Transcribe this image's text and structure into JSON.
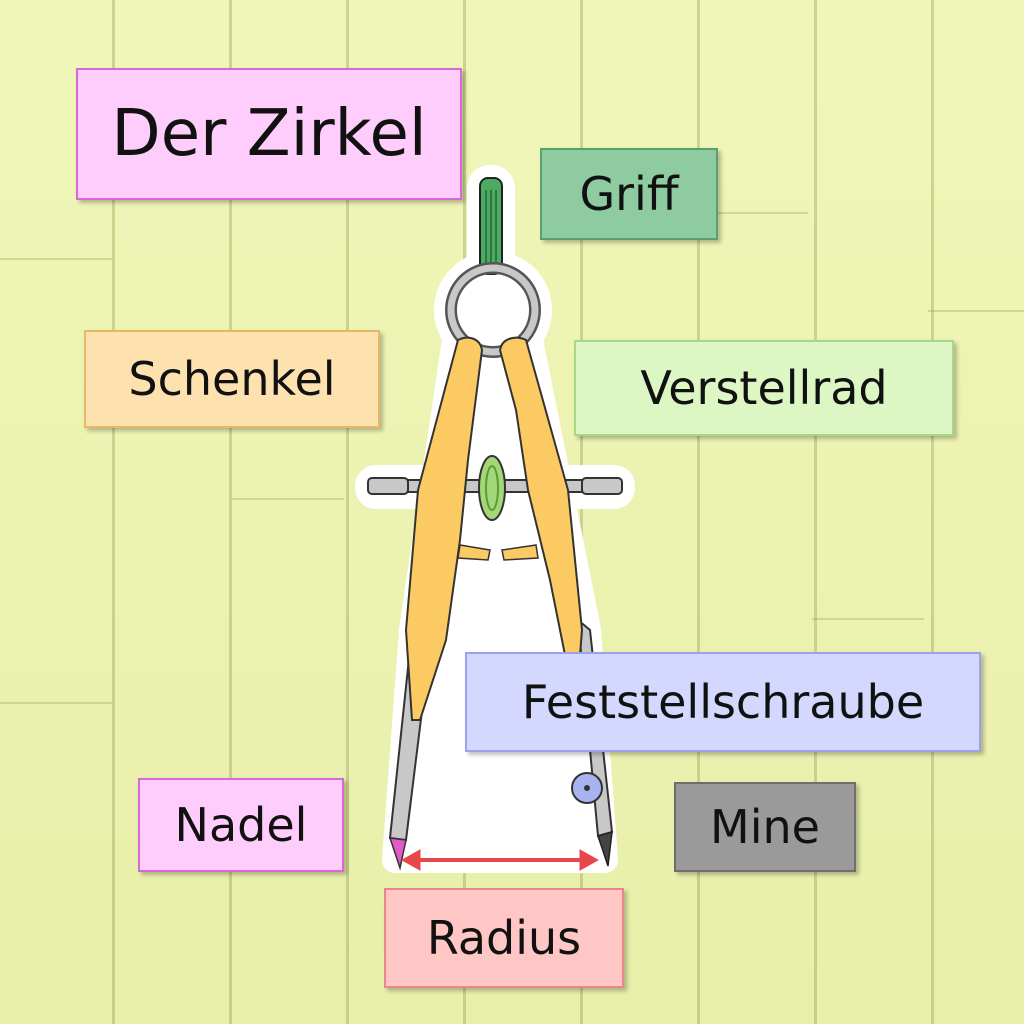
{
  "title": "Der Zirkel",
  "labels": {
    "griff": "Griff",
    "schenkel": "Schenkel",
    "verstellrad": "Verstellrad",
    "feststellschraube": "Feststellschraube",
    "nadel": "Nadel",
    "mine": "Mine",
    "radius": "Radius"
  },
  "colors": {
    "title_bg": "#ffcdfb",
    "griff_bg": "#8fcba0",
    "schenkel_bg": "#fde2b0",
    "verstellrad_bg": "#dcf6c4",
    "feststellschraube_bg": "#d4d8ff",
    "nadel_bg": "#ffcdfb",
    "mine_bg": "#9a9a9a",
    "radius_bg": "#ffc6c6",
    "leg_fill": "#fcca63",
    "grip_fill": "#4caa63",
    "wheel_fill": "#a3d877",
    "metal_fill": "#c8c8c8",
    "radius_arrow": "#e8484c"
  }
}
